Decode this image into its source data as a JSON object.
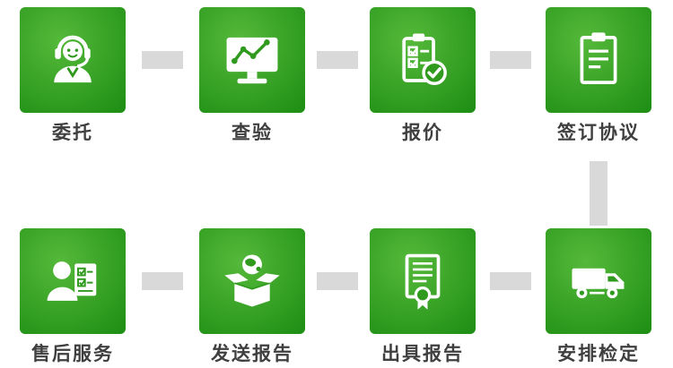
{
  "colors": {
    "tile_green_light": "#55b93a",
    "tile_green_dark": "#1f8f15",
    "icon_green": "#2f9a1d",
    "connector_gray": "#d9d9d9",
    "label_color": "#3f3f3f"
  },
  "steps": [
    {
      "label": "委托",
      "icon": "headset-agent-icon"
    },
    {
      "label": "查验",
      "icon": "monitor-chart-icon"
    },
    {
      "label": "报价",
      "icon": "checklist-approved-icon"
    },
    {
      "label": "签订协议",
      "icon": "agreement-document-icon"
    },
    {
      "label": "售后服务",
      "icon": "person-checklist-icon"
    },
    {
      "label": "发送报告",
      "icon": "box-globe-icon"
    },
    {
      "label": "出具报告",
      "icon": "certificate-report-icon"
    },
    {
      "label": "安排检定",
      "icon": "delivery-truck-icon"
    }
  ]
}
